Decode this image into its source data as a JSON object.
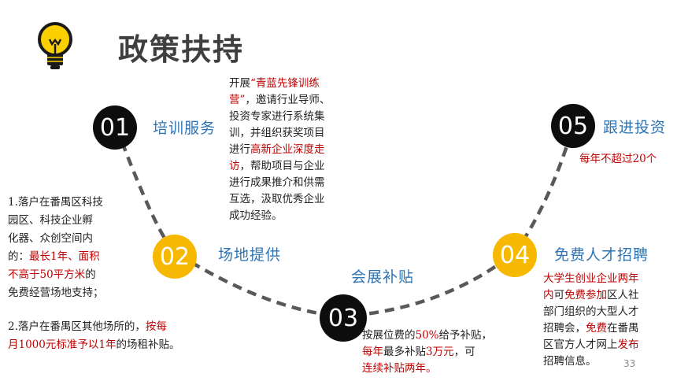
{
  "slide": {
    "title": "政策扶持",
    "page_number": "33"
  },
  "steps": [
    {
      "num": "01",
      "label": "培训服务"
    },
    {
      "num": "02",
      "label": "场地提供"
    },
    {
      "num": "03",
      "label": "会展补贴"
    },
    {
      "num": "04",
      "label": "免费人才招聘"
    },
    {
      "num": "05",
      "label": "跟进投资"
    }
  ],
  "texts": {
    "training": {
      "l1a": "开展",
      "l1b": "“青蓝先锋训练",
      "l2a": "营”",
      "l2b": "，邀请行业导师、",
      "l3": "投资专家进行系统集",
      "l4": "训，并组织获奖项目",
      "l5a": "进行",
      "l5b": "高新企业深度走",
      "l6a": "访",
      "l6b": "，帮助项目与企业",
      "l7": "进行成果推介和供需",
      "l8": "互选，汲取优秀企业",
      "l9": "成功经验。"
    },
    "venue": {
      "l1": "1.落户在番禺区科技",
      "l2": "园区、科技企业孵",
      "l3": "化器、众创空间内",
      "l4a": "的：",
      "l4b": "最长1年、面积",
      "l5a": "不高于50平方米",
      "l5b": "的",
      "l6": "免费经营场地支持；",
      "l7a": "2.落户在番禺区其他场所的，",
      "l7b": "按每",
      "l8a": "月1000元标准予以1年",
      "l8b": "的场租补贴。"
    },
    "exhibition": {
      "l1a": "按展位费的",
      "l1b": "50%",
      "l1c": "给予补贴，",
      "l2a": "每年",
      "l2b": "最多补贴",
      "l2c": "3万元",
      "l2d": "，可",
      "l3": "连续补贴两年。"
    },
    "talent": {
      "l1": "大学生创业企业两年",
      "l2a": "内",
      "l2b": "可",
      "l2c": "免费参加",
      "l2d": "区人社",
      "l3": "部门组织的大型人才",
      "l4a": "招聘会，",
      "l4b": "免费",
      "l4c": "在番禺",
      "l5a": "区官方人才网上",
      "l5b": "发布",
      "l6": "招聘信息。"
    },
    "investment": {
      "l1": "每年不超过20个"
    }
  },
  "colors": {
    "label_blue": "#2e75b6",
    "highlight_red": "#c00000",
    "circle_black": "#0d0d0d",
    "circle_yellow": "#f6b800",
    "arc_gray": "#595959"
  }
}
